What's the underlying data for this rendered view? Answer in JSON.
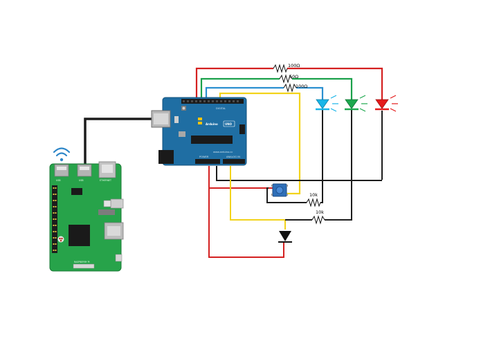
{
  "colors": {
    "wire_red": "#d42020",
    "wire_green": "#1aa04a",
    "wire_blue": "#2a8fd0",
    "wire_yellow": "#f2d31a",
    "wire_black": "#1c1c1c",
    "arduino_board": "#1f6ea3",
    "pi_board": "#27a34a",
    "led_blue": "#19b5e8",
    "led_green": "#1ea84e",
    "led_red": "#e41b1b",
    "wifi": "#2d86c8"
  },
  "arduino": {
    "brand": "Arduino",
    "model": "UNO",
    "site": "www.arduino.cc",
    "digital_label": "DIGITAL",
    "power_label": "POWER",
    "analog_label": "ANALOG IN"
  },
  "raspberry_pi": {
    "ports": [
      "USB",
      "USB",
      "ETHERNET"
    ],
    "bottom_label": "RASPBERRY PI"
  },
  "components": {
    "resistors": [
      {
        "label": "100Ω"
      },
      {
        "label": "50Ω"
      },
      {
        "label": "100Ω"
      },
      {
        "label": "10k"
      },
      {
        "label": "10k"
      }
    ]
  },
  "icons": [
    "wifi-icon"
  ]
}
